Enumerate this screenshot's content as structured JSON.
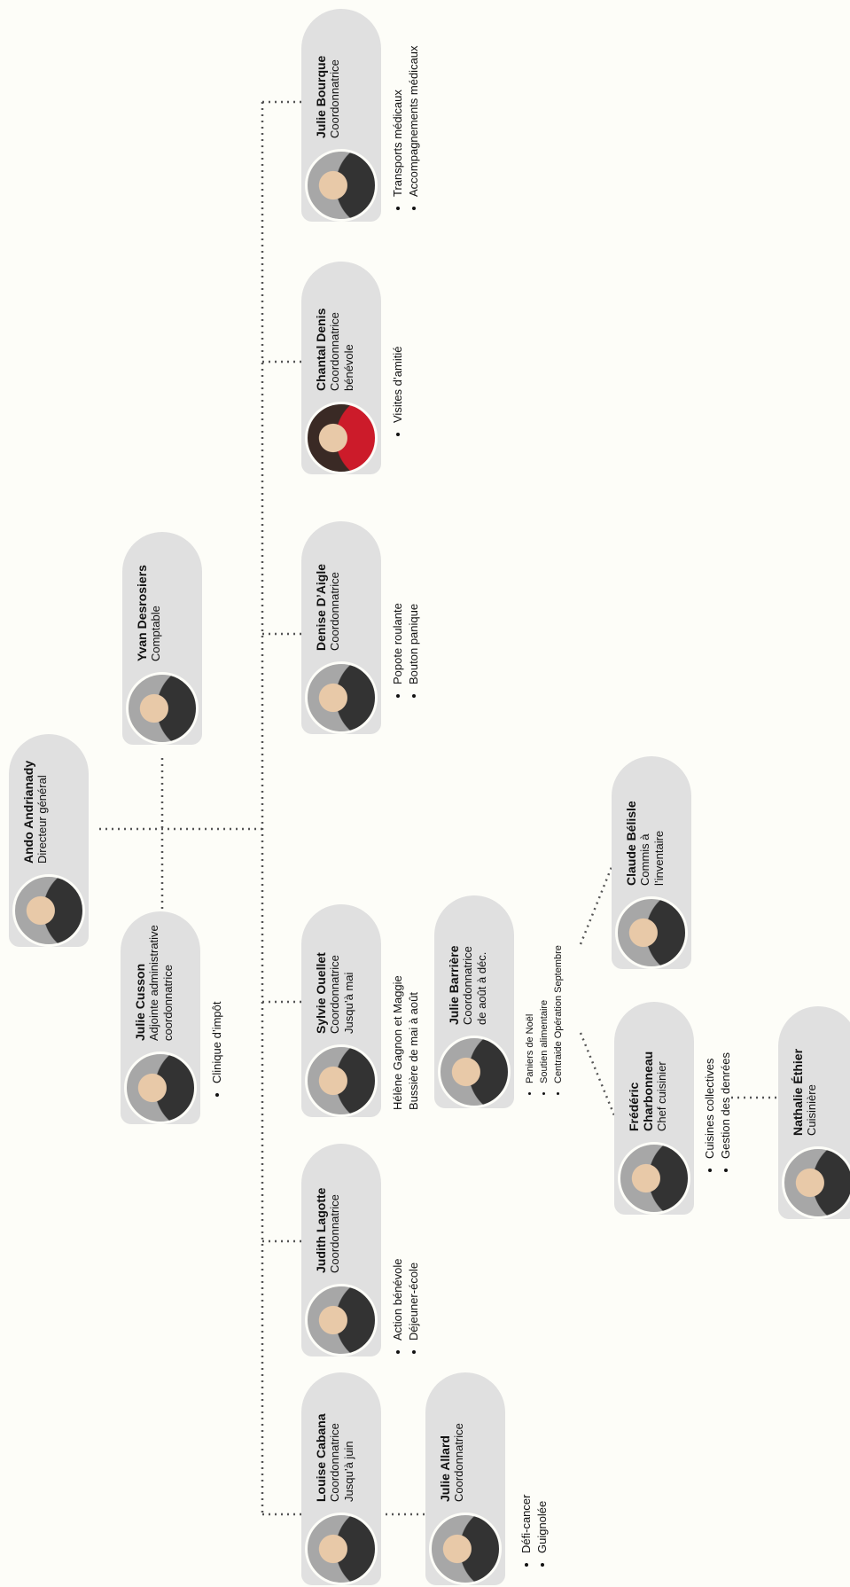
{
  "people": [
    {
      "id": "ando",
      "name": "Ando Andrianady",
      "role": "Directeur général"
    },
    {
      "id": "yvan",
      "name": "Yvan Desrosiers",
      "role": "Comptable"
    },
    {
      "id": "juliec",
      "name": "Julie Cusson",
      "role": "Adjointe administrative\ncoordonnatrice"
    },
    {
      "id": "julieb",
      "name": "Julie Bourque",
      "role": "Coordonnatrice"
    },
    {
      "id": "chantal",
      "name": "Chantal Denis",
      "role": "Coordonnatrice\nbénévole"
    },
    {
      "id": "denise",
      "name": "Denise D’Aigle",
      "role": "Coordonnatrice"
    },
    {
      "id": "sylvie",
      "name": "Sylvie Ouellet",
      "role": "Coordonnatrice\nJusqu’à mai"
    },
    {
      "id": "judith",
      "name": "Judith Lagotte",
      "role": "Coordonnatrice"
    },
    {
      "id": "louise",
      "name": "Louise Cabana",
      "role": "Coordonnatrice\nJusqu’à juin"
    },
    {
      "id": "juliea",
      "name": "Julie Allard",
      "role": "Coordonnatrice"
    },
    {
      "id": "juliebar",
      "name": "Julie Barrière",
      "role": "Coordonnatrice\nde août à déc."
    },
    {
      "id": "claude",
      "name": "Claude Bélisle",
      "role": "Commis à\nl’inventaire"
    },
    {
      "id": "frederic",
      "name": "Frédéric\nCharbonneau",
      "role": "Chef cuisinier"
    },
    {
      "id": "nathalie",
      "name": "Nathalie Éthier",
      "role": "Cuisinière"
    }
  ],
  "notes": {
    "julieb": [
      "Transports médicaux",
      "Accompagnements médicaux"
    ],
    "chantal": [
      "Visites d’amitié"
    ],
    "denise": [
      "Popote roulante",
      "Bouton panique"
    ],
    "juliec": [
      "Clinique d’impôt"
    ],
    "judith": [
      "Action bénévole",
      "Déjeuner-école"
    ],
    "juliea": [
      "Défi-cancer",
      "Guignolée"
    ],
    "juliebar": [
      "Paniers de Noël",
      "Soutien alimentaire",
      "Centraide Opération Septembre"
    ],
    "frederic": [
      "Cuisines collectives",
      "Gestion des denrées"
    ],
    "sylvie_text": "Hélène Gagnon et Maggie\nBussière de mai à août"
  }
}
